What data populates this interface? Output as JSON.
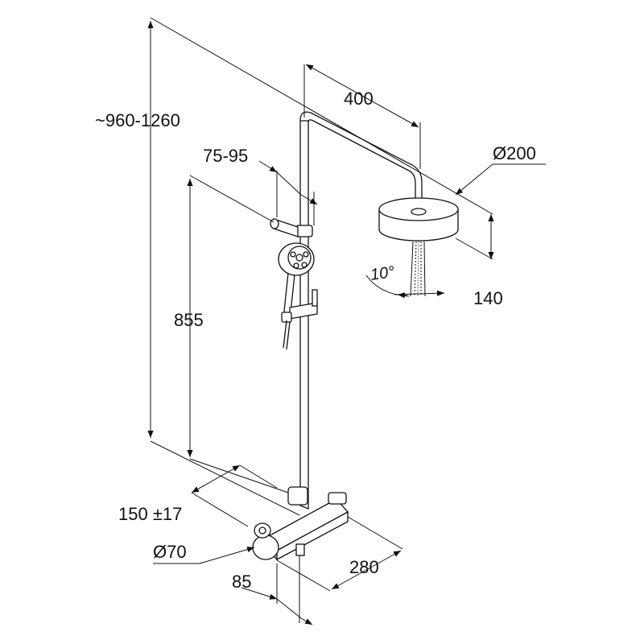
{
  "diagram": {
    "dimensions": {
      "total_height": "~960-1260",
      "arm_length": "400",
      "head_diameter": "Ø200",
      "head_height": "140",
      "spray_angle": "10°",
      "holder_range": "75-95",
      "rail_height": "855",
      "wall_offset": "150 ±17",
      "knob_diameter": "Ø70",
      "mixer_depth": "85",
      "mixer_width": "280"
    },
    "colors": {
      "line": "#111111",
      "background": "#ffffff"
    }
  }
}
